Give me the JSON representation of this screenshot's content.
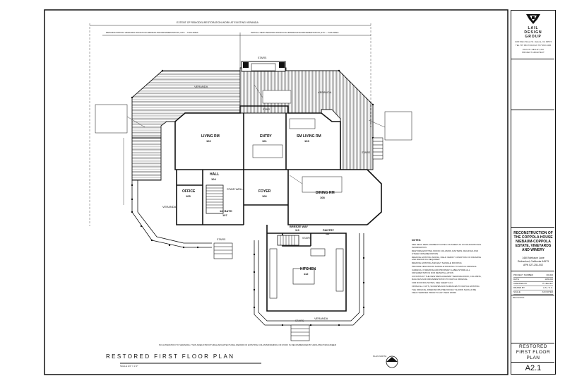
{
  "drawing": {
    "title": "RESTORED FIRST FLOOR PLAN",
    "scale": "SCALE 1/4\" = 1'-0\"",
    "bottom_note": "NO ALTERATION TO VERANDA / THIS AREA STRUCTURAL/ARCHITECTURAL REPAIR OF EXISTING COLUMN/FRAMING OF ROOF IS RECOMMENDED BY ARCHITECT/ENGINEER",
    "top_note_1": "EXTENT OF REMODEL/RESTORATION WORK AT EXISTING VERANDA",
    "top_note_2": "REPAIR EXISTING VERANDA ROOF/COLUMN/RAILING/ORNAMENTATION, ETC. - THIS AREA",
    "top_note_3": "INSTALL NEW VERANDA ROOF/COLUMN/RAILING/ORNAMENTATION, ETC. - THIS AREA",
    "north": "PLAN NORTH"
  },
  "rooms": {
    "veranda_nw": "VERANDA",
    "veranda_n": "VERANDA",
    "veranda_w": "VERANDA",
    "veranda_s": "VERANDA",
    "living": "LIVING RM",
    "living_no": "102",
    "entry": "ENTRY",
    "entry_no": "101",
    "sm_living": "SM LIVING RM",
    "sm_living_no": "103",
    "hall": "HALL",
    "hall_no": "104",
    "office": "OFFICE",
    "office_no": "105",
    "stair_well": "STAIR WELL",
    "bath": "1/2 BATH",
    "bath_no": "107",
    "foyer": "FOYER",
    "foyer_no": "106",
    "dining": "DINING RM",
    "dining_no": "108",
    "breezeway": "BREEZE WAY",
    "breezeway_no": "110",
    "pantry": "PANTRY",
    "pantry_no": "111",
    "kitchen": "KITCHEN",
    "kitchen_no": "112",
    "stairs_n": "STAIRS",
    "stairs_w": "STAIRS",
    "stairs_k": "STAIRS",
    "stairs_s": "STAIRS",
    "stairs_e": "STAIRS",
    "stair_label": "STAIR"
  },
  "notes": {
    "heading": "NOTES:",
    "items": [
      "SEE DECK REPLACEMENT NOTES ON SHEET A2.0 FOR ADDITIONAL INFORMATION",
      "RESTORE EXISTING WOOD COLUMNS, RAFTERS, RAILINGS AND OTHER ORNAMENTATION",
      "REMOVE EXISTING SIDING, FIELD VERIFY CONDITION OF FRAMING AND REPAIR AS REQUIRED",
      "REMOVE EXISTING ASPHALT SHINGLE ROOFING",
      "PROVIDE NEW WOOD SHINGLE ROOFING TO MATCH ORIGINAL",
      "CAREFULLY REMOVE AND PROPERLY LABEL/STORE ALL ORNAMENTATION FOR REINSTALLATION",
      "CONSTRUCT THE NEW REPLACEMENT VERANDA ROOF, COLUMNS, RAILINGS AND ORNAMENTATION TO MATCH ORIGINAL",
      "FOR ROOFING NOTES, SEE SHEET A3.4",
      "FINISH ALL CUTS, SCRAPES AND SURFACES TO MATCH EXISTING",
      "THE ORIGINAL DIMENSIONS PREVIOUSLY SHOWN SHOULD BE FIELD VERIFIED PRIOR TO ANY NEW WORK"
    ]
  },
  "title_block": {
    "firm_1": "LAIL",
    "firm_2": "DESIGN",
    "firm_3": "GROUP",
    "firm_address": "1100 Main Street  St. Helena, CA 94574",
    "firm_phone": "TEL 707 963 7432    FAX 707 963 4430",
    "firm_contact_1": "PAUL W. HELLEY, AIA",
    "firm_contact_2": "PROJECT ARCHITECT",
    "project_1": "RECONSTRUCTION OF",
    "project_2": "THE COPPOLA HOUSE",
    "project_3": "NIEBAUM-COPPOLA",
    "project_4": "ESTATE, VINEYARDS",
    "project_5": "AND WINERY",
    "address_1": "1460 Niebaum Lane",
    "address_2": "Rutherford, California  94573",
    "address_3": "APN 027-251-002",
    "info_rows": [
      {
        "k": "PROJECT NUMBER",
        "v": "00-002"
      },
      {
        "k": "DATE",
        "v": "10/01/00"
      },
      {
        "k": "CHECKED BY",
        "v": "P. HELLEY"
      },
      {
        "k": "DRAWN BY",
        "v": "A.S. / K.C."
      },
      {
        "k": "SCALE",
        "v": "AS NOTED"
      }
    ],
    "revisions": "REVISIONS",
    "sheet_title_1": "RESTORED",
    "sheet_title_2": "FIRST FLOOR",
    "sheet_title_3": "PLAN",
    "sheet_number": "A2.1"
  }
}
